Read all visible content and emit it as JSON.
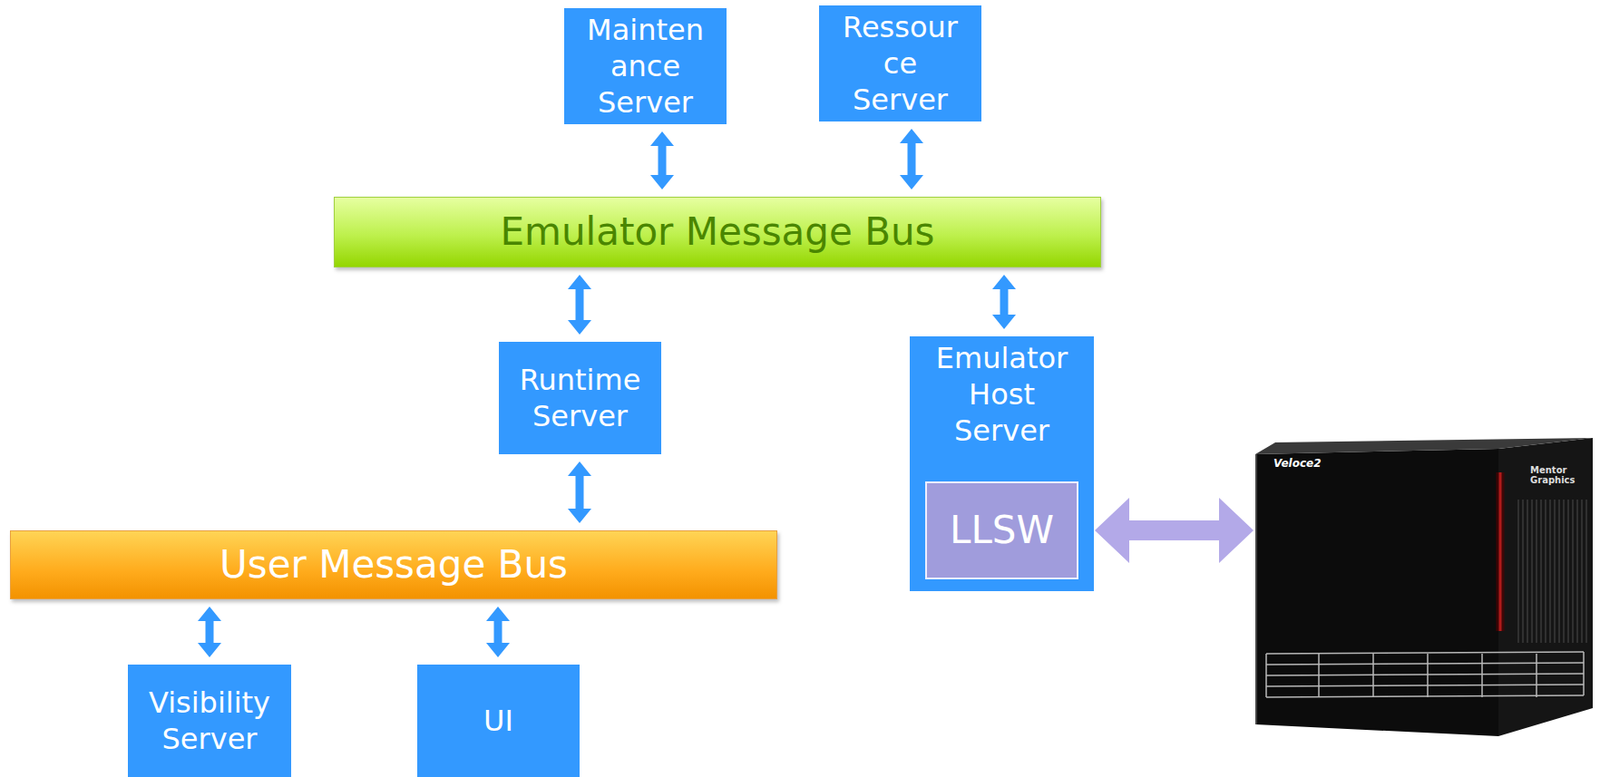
{
  "diagram": {
    "nodes": [
      {
        "text": [
          "Mainten ance Server"
        ]
      },
      {
        "text": [
          "Ressour ce Server"
        ]
      },
      {
        "text": [
          "Emulator Message Bus"
        ]
      },
      {
        "text": [
          "Runtime Server"
        ]
      },
      {
        "text": [
          "Emulator Host Server"
        ]
      },
      {
        "text": [
          "LLSW"
        ],
        "in": 4
      },
      {
        "text": [
          "Veloce2",
          "Mentor Graphics"
        ]
      },
      {
        "text": [
          "User Message Bus"
        ]
      },
      {
        "text": [
          "Visibility Server"
        ]
      },
      {
        "text": [
          "UI"
        ]
      }
    ],
    "edges": [
      {
        "from": 0,
        "to": 2,
        "arrow": "both"
      },
      {
        "from": 1,
        "to": 2,
        "arrow": "both"
      },
      {
        "from": 2,
        "to": 3,
        "arrow": "both"
      },
      {
        "from": 2,
        "to": 4,
        "arrow": "both"
      },
      {
        "from": 5,
        "to": 6,
        "arrow": "both"
      },
      {
        "from": 3,
        "to": 7,
        "arrow": "both"
      },
      {
        "from": 7,
        "to": 8,
        "arrow": "both"
      },
      {
        "from": 7,
        "to": 9,
        "arrow": "both"
      }
    ]
  }
}
